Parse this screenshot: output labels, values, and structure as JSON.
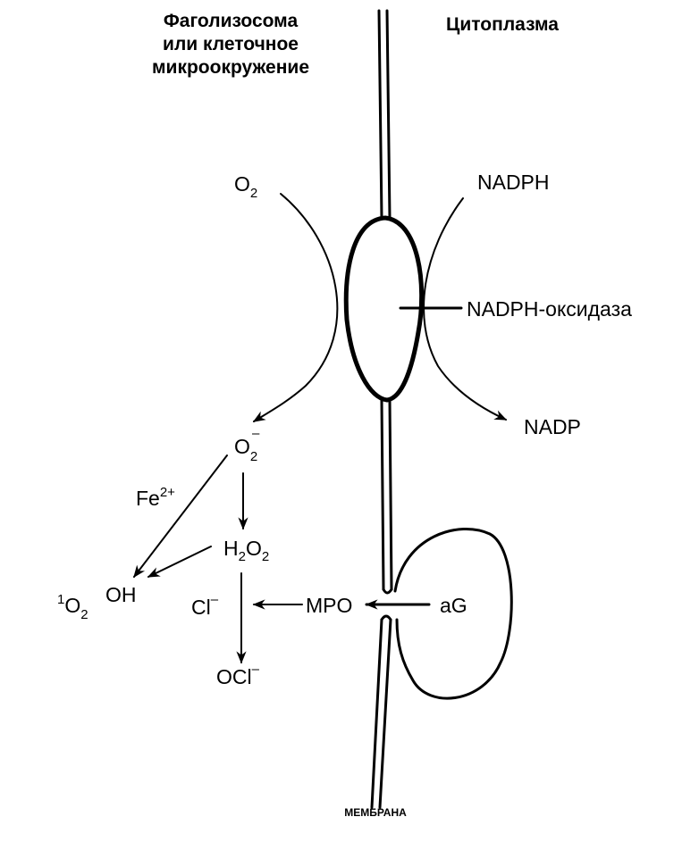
{
  "header": {
    "left_line1": "Фаголизосома",
    "left_line2": "или клеточное",
    "left_line3": "микроокружение",
    "right": "Цитоплазма"
  },
  "labels": {
    "o2": {
      "base": "O",
      "sub": "2"
    },
    "nadph": "NADPH",
    "nadph_oxidase": "NADPH-оксидаза",
    "nadp": "NADP",
    "superoxide": {
      "base": "O",
      "sub": "2",
      "sup": "–"
    },
    "fe2": {
      "base": "Fe",
      "sup": "2+"
    },
    "h2o2": {
      "h": "H",
      "sub1": "2",
      "o": "O",
      "sub2": "2"
    },
    "singlet_oxygen": {
      "sup": "1",
      "base": "O",
      "sub": "2"
    },
    "hydroxyl": "OH",
    "chloride": {
      "base": "Cl",
      "sup": "–"
    },
    "mpo": "MPO",
    "ag": "aG",
    "hypochlorite": {
      "base": "OCl",
      "sup": "–"
    }
  },
  "footer": {
    "membrane": "МЕМБРАНА"
  }
}
